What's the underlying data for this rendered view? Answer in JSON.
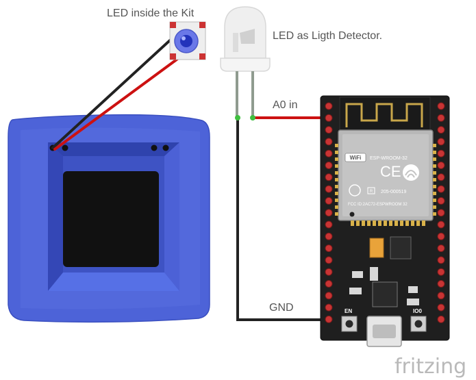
{
  "labels": {
    "kit_led": "LED inside the Kit",
    "detector_led": "LED as Ligth Detector.",
    "a0": "A0 in",
    "gnd": "GND"
  },
  "module": {
    "wifi": "WiFi",
    "name": "ESP-WROOM-32",
    "ce": "CE",
    "r_code": "205-000519",
    "fcc": "FCC ID:2AC72-ESPWROOM 32",
    "en": "EN",
    "io0": "IO0"
  },
  "watermark": "fritzing",
  "colors": {
    "kit_blue": "#4d63d8",
    "wire_red": "#cc1111",
    "wire_black": "#222222",
    "wire_gray": "#8f9b8f",
    "board_black": "#1f1f1f",
    "pin_red": "#c83434"
  }
}
